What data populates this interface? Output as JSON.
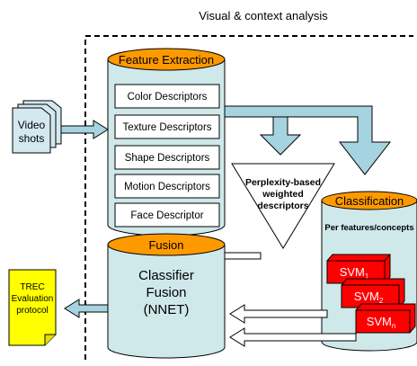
{
  "title": "Visual & context analysis",
  "input": {
    "line1": "Video",
    "line2": "shots"
  },
  "feature_extraction": {
    "title": "Feature Extraction",
    "descriptors": [
      "Color Descriptors",
      "Texture Descriptors",
      "Shape Descriptors",
      "Motion Descriptors",
      "Face Descriptor"
    ]
  },
  "perplexity": {
    "line1": "Perplexity-based",
    "line2": "weighted",
    "line3": "descriptors"
  },
  "classification": {
    "title": "Classification",
    "subtitle": "Per features/concepts",
    "svms": [
      {
        "base": "SVM",
        "sub": "1"
      },
      {
        "base": "SVM",
        "sub": "2"
      },
      {
        "base": "SVM",
        "sub": "n"
      }
    ]
  },
  "fusion": {
    "title": "Fusion",
    "line1": "Classifier",
    "line2": "Fusion",
    "line3": "(NNET)"
  },
  "output": {
    "line1": "TREC",
    "line2": "Evaluation",
    "line3": "protocol"
  },
  "colors": {
    "cylinder_body": "#cfe8ea",
    "cylinder_top": "#ff9900",
    "arrow_fill": "#a6d3e0",
    "svm_fill": "#ff0000",
    "svm_text": "#ffffff",
    "note_fill": "#ffff00",
    "page_icon_fill": "#d4e8f0"
  }
}
